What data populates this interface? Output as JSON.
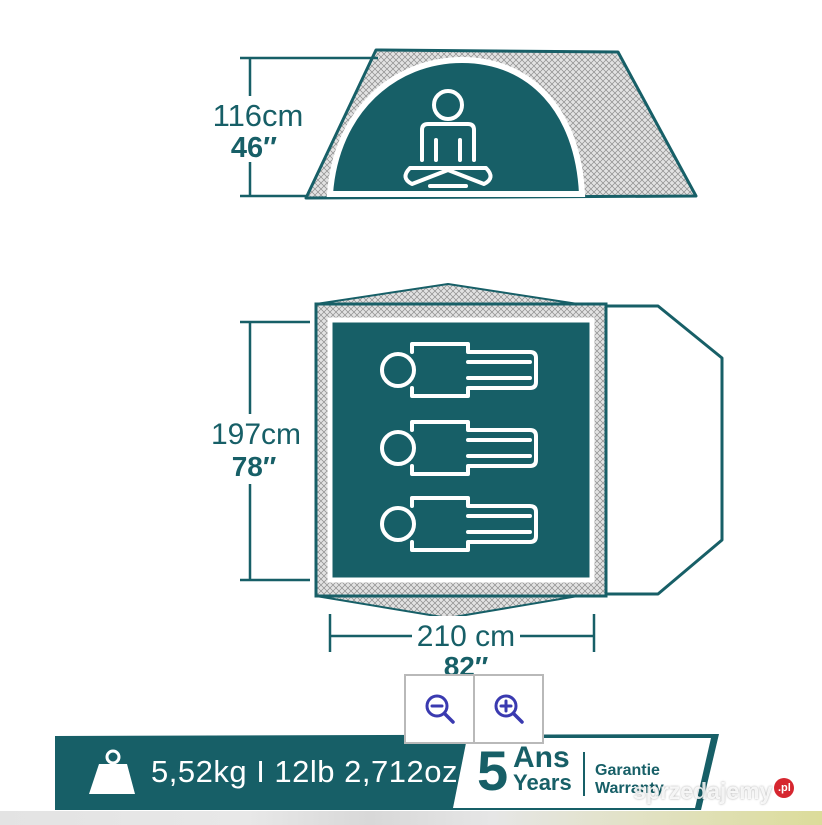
{
  "height_dimension": {
    "metric": "116cm",
    "imperial": "46″"
  },
  "length_dimension": {
    "metric": "197cm",
    "imperial": "78″"
  },
  "width_dimension": {
    "metric": "210 cm",
    "imperial": "82″"
  },
  "capacity_sleepers": 3,
  "zoom_controls": {
    "zoom_out_icon": "zoom-out-magnifier",
    "zoom_in_icon": "zoom-in-magnifier"
  },
  "banner": {
    "weight": "5,52kg I 12lb 2,712oz",
    "weight_icon": "weight-icon",
    "warranty_years_number": "5",
    "warranty_ans": "Ans",
    "warranty_years": "Years",
    "warranty_garantie": "Garantie",
    "warranty_warranty": "Warranty"
  },
  "watermark": {
    "text": "sprzedajemy",
    "badge": ".pl"
  },
  "colors": {
    "teal": "#175f67",
    "grey_mesh": "#c8c8c8",
    "white": "#ffffff"
  }
}
